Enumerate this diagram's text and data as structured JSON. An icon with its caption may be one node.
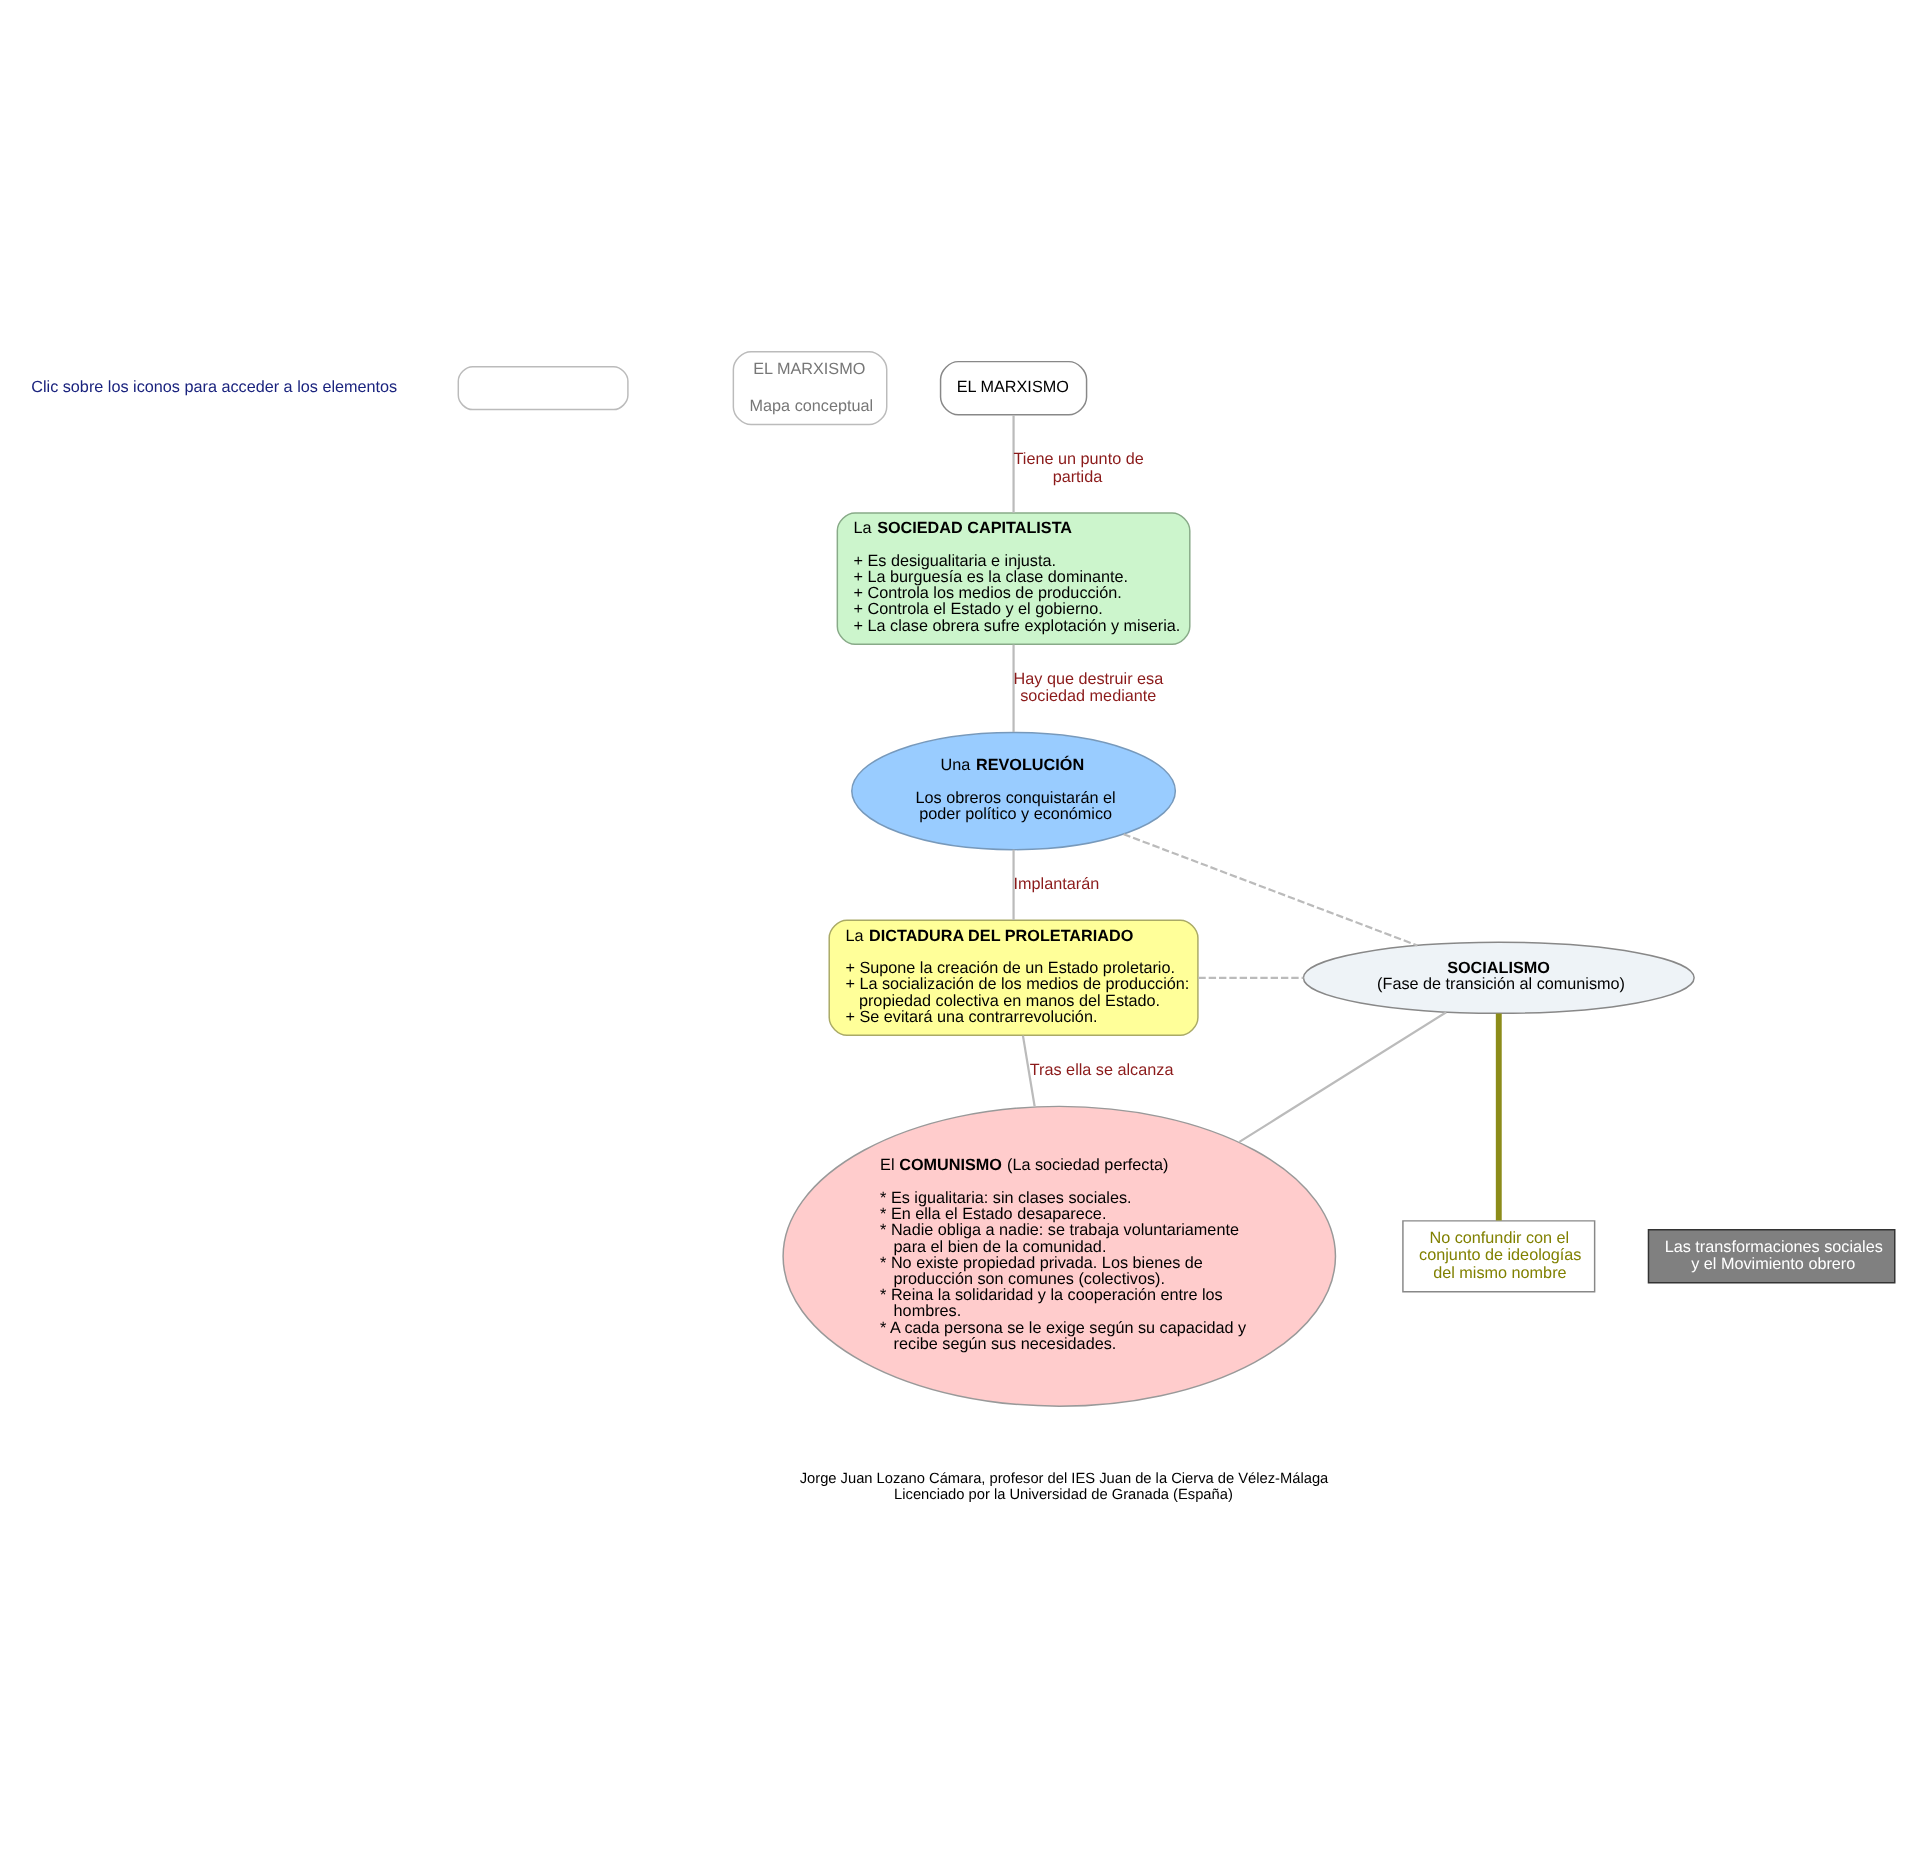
{
  "diagram": {
    "nodes": [
      {
        "text": [],
        "shape": "box"
      },
      {
        "text": [
          "EL MARXISMO",
          "Mapa conceptual"
        ]
      },
      {
        "text": [
          "EL MARXISMO"
        ]
      },
      {
        "text": [
          "La **SOCIEDAD CAPITALISTA**",
          "+ Es desigualitaria e injusta.",
          "+ La burguesía es la clase dominante.",
          "+ Controla los medios de producción.",
          "+ Controla el Estado y el gobierno.",
          "+ La clase obrera sufre explotación y miseria."
        ]
      },
      {
        "text": [
          "Una **REVOLUCIÓN**",
          "Los obreros conquistarán el poder político y económico"
        ]
      },
      {
        "text": [
          "La **DICTADURA DEL PROLETARIADO**",
          "+ Supone la creación de un Estado proletario.",
          "+ La socialización de los medios de producción: propiedad colectiva en manos del Estado.",
          "+ Se evitará una contrarrevolución."
        ]
      },
      {
        "text": [
          "SOCIALISMO",
          "(Fase de transición al comunismo)"
        ]
      },
      {
        "text": [
          "No confundir con el conjunto de ideologías del mismo nombre"
        ]
      },
      {
        "text": [
          "El **COMUNISMO** (La sociedad perfecta)",
          "* Es igualitaria: sin clases sociales.",
          "* En ella el Estado desaparece.",
          "* Nadie obliga a nadie: se trabaja voluntariamente para el bien de la comunidad.",
          "* No existe propiedad privada. Los bienes de producción son comunes (colectivos).",
          "* Reina la solidaridad y la cooperación entre los hombres.",
          "* A cada persona se le exige según su capacidad y recibe según sus necesidades."
        ]
      },
      {
        "text": [
          "Las transformaciones sociales y el Movimiento obrero"
        ]
      }
    ],
    "edges": [
      {
        "from": 2,
        "to": 3,
        "arrow": "none",
        "label": "Tiene un punto de partida"
      },
      {
        "from": 3,
        "to": 4,
        "arrow": "none",
        "label": "Hay que destruir esa sociedad mediante"
      },
      {
        "from": 4,
        "to": 5,
        "arrow": "none",
        "label": "Implantarán"
      },
      {
        "from": 5,
        "to": 8,
        "arrow": "none",
        "label": "Tras ella se alcanza"
      },
      {
        "from": 4,
        "to": 6,
        "arrow": "none",
        "style": "dashed"
      },
      {
        "from": 5,
        "to": 6,
        "arrow": "none",
        "style": "dashed"
      },
      {
        "from": 6,
        "to": 8,
        "arrow": "none"
      },
      {
        "from": 6,
        "to": 7,
        "arrow": "none",
        "style": "thick",
        "color": "#8c8c1a"
      }
    ],
    "labels": [
      "Clic sobre los iconos para acceder a los elementos",
      "Jorge Juan Lozano Cámara, profesor del IES Juan de la Cierva de Vélez-Málaga",
      "Licenciado por la Universidad de Granada (España)"
    ]
  }
}
